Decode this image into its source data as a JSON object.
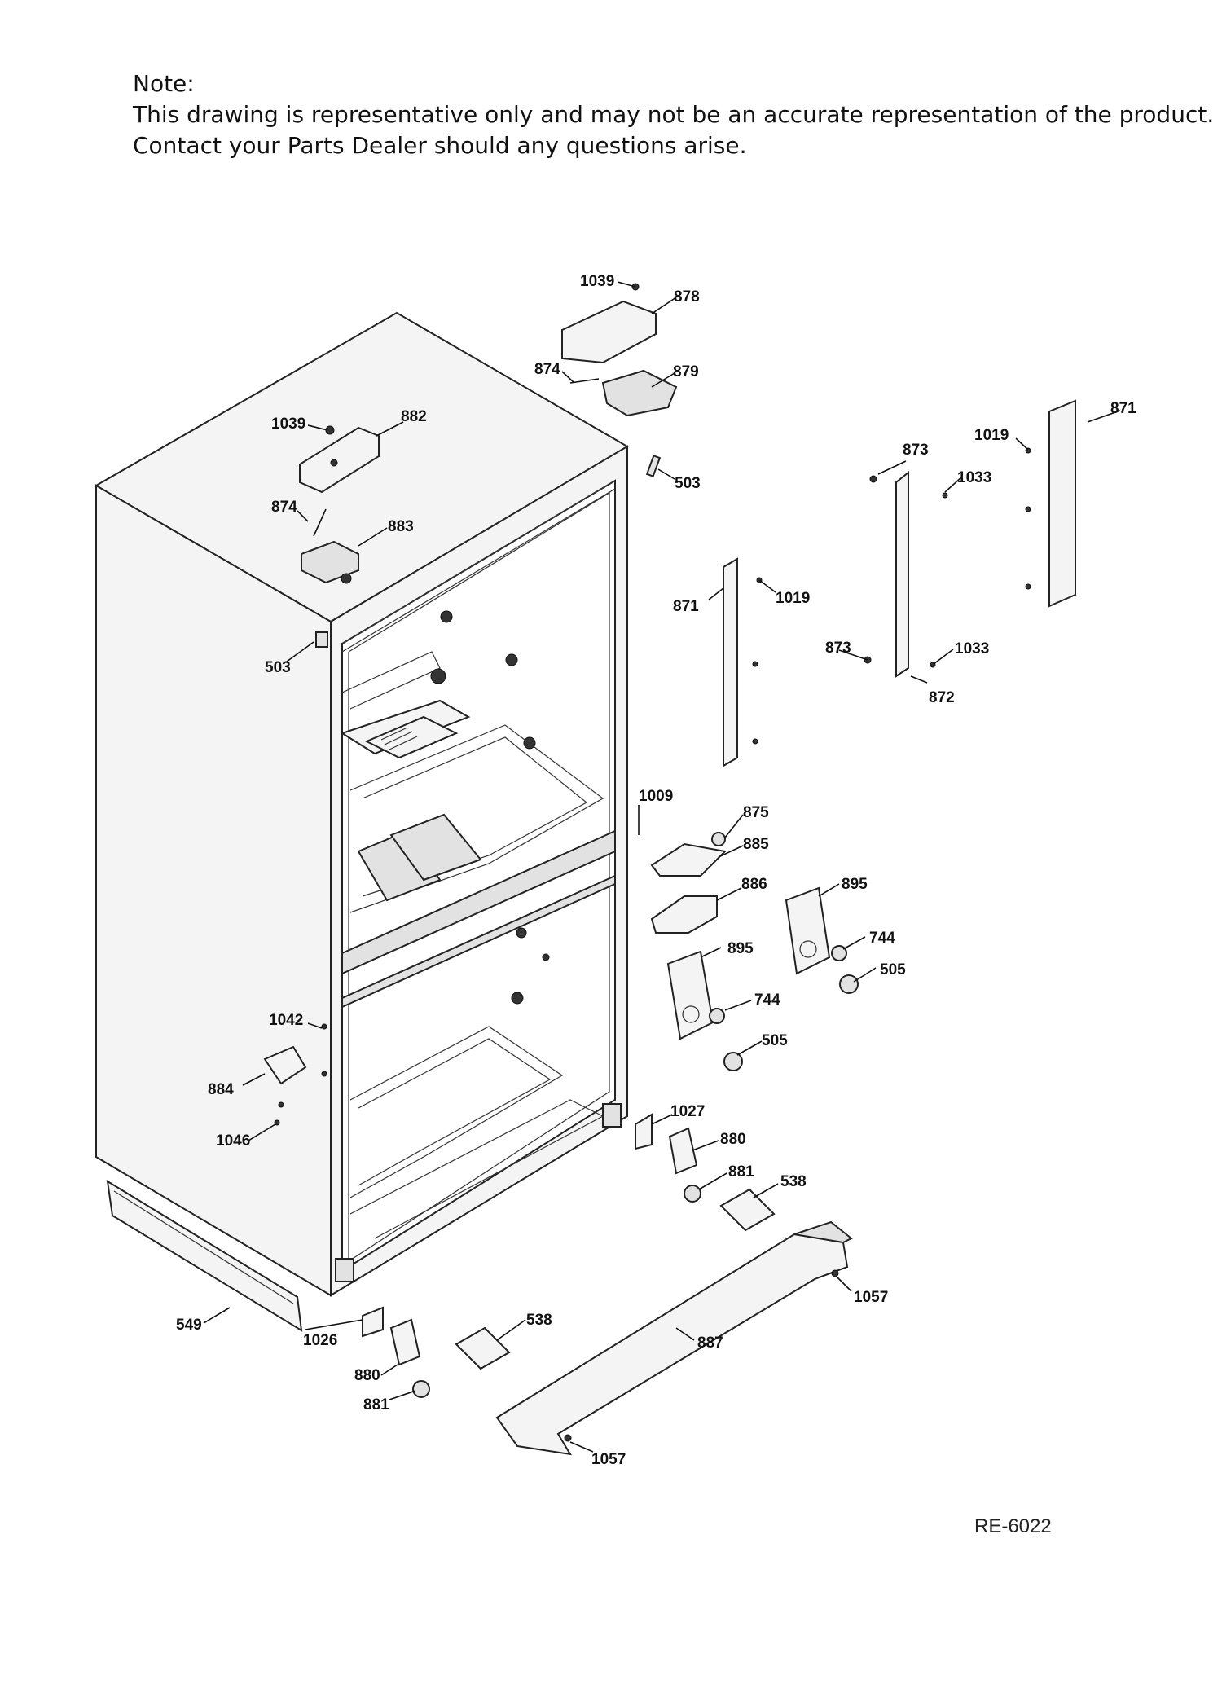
{
  "note": {
    "heading": "Note:",
    "line1": "This drawing is representative only and may not be an accurate representation of the product.",
    "line2": "Contact your Parts Dealer should any questions arise."
  },
  "diagram": {
    "callouts": [
      "1039",
      "878",
      "874",
      "879",
      "1039",
      "882",
      "503",
      "871",
      "873",
      "1019",
      "1033",
      "874",
      "883",
      "871",
      "1019",
      "873",
      "1033",
      "872",
      "503",
      "1009",
      "875",
      "885",
      "886",
      "895",
      "744",
      "505",
      "895",
      "744",
      "505",
      "1042",
      "884",
      "1046",
      "1027",
      "880",
      "881",
      "538",
      "1057",
      "549",
      "1026",
      "538",
      "887",
      "880",
      "881",
      "1057"
    ]
  },
  "reference_code": "RE-6022"
}
